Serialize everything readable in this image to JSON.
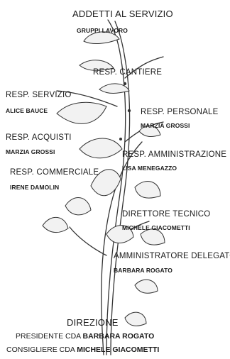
{
  "title": "ADDETTI AL SERVIZIO",
  "subtitle": "GRUPPI LAVORO",
  "roles": [
    {
      "role": "RESP. CANTIERE",
      "name": ""
    },
    {
      "role": "RESP. SERVIZIO",
      "name": "ALICE BAUCE"
    },
    {
      "role": "RESP. PERSONALE",
      "name": "MARZIA GROSSI"
    },
    {
      "role": "RESP. ACQUISTI",
      "name": "MARZIA GROSSI"
    },
    {
      "role": "RESP. AMMINISTRAZIONE",
      "name": "LISA MENEGAZZO"
    },
    {
      "role": "RESP. COMMERCIALE",
      "name": "IRENE DAMOLIN"
    },
    {
      "role": "DIRETTORE TECNICO",
      "name": "MICHELE GIACOMETTI"
    },
    {
      "role": "AMMINISTRATORE DELEGATO",
      "name": "BARBARA ROGATO"
    }
  ],
  "base": {
    "title": "DIREZIONE",
    "line1_role": "PRESIDENTE CDA",
    "line1_name": "BARBARA ROGATO",
    "line2_role": "CONSIGLIERE CDA",
    "line2_name": "MICHELE GIACOMETTI"
  },
  "colors": {
    "ink": "#1a1a1a",
    "leaf": "#f2f2f2",
    "stem": "#333333"
  }
}
